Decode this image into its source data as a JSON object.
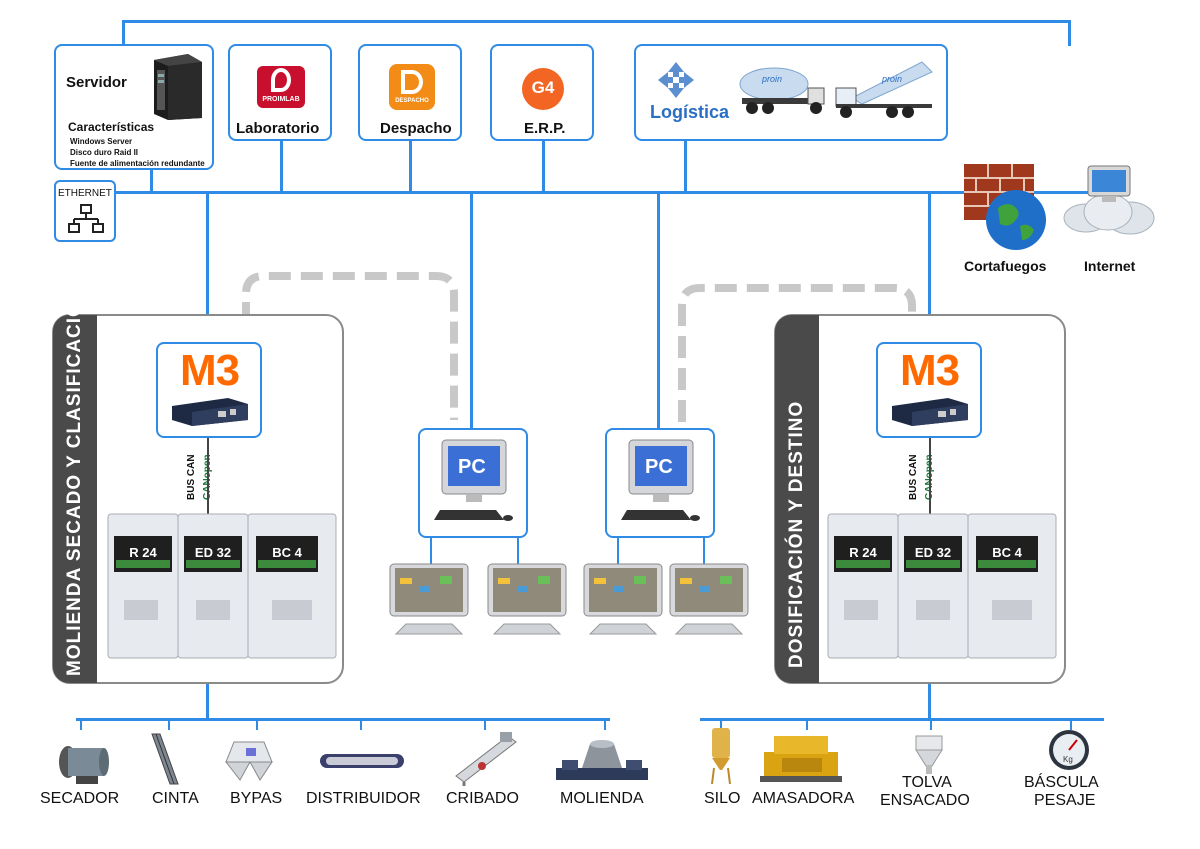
{
  "network": {
    "ethernet_label": "ETHERNET"
  },
  "top": {
    "servidor": {
      "title": "Servidor",
      "features_title": "Características",
      "features": [
        "Windows Server",
        "Disco duro Raid II",
        "Fuente de alimentación redundante"
      ]
    },
    "laboratorio": {
      "label": "Laboratorio",
      "logo_text": "PROIMLAB"
    },
    "despacho": {
      "label": "Despacho",
      "logo_text": "DESPACHO"
    },
    "erp": {
      "label": "E.R.P.",
      "logo_text": "G4"
    },
    "logistica": {
      "label": "Logística",
      "truck_text": "proin"
    }
  },
  "right": {
    "cortafuegos": "Cortafuegos",
    "internet": "Internet"
  },
  "left_panel": {
    "title": "MOLIENDA SECADO Y CLASIFICACIÓN",
    "controller": "M3",
    "bus_can": "BUS CAN",
    "canopen": "CANopen",
    "cards": [
      "R 24",
      "ED 32",
      "BC 4"
    ]
  },
  "right_panel": {
    "title": "DOSIFICACIÓN Y DESTINO",
    "controller": "M3",
    "bus_can": "BUS CAN",
    "canopen": "CANopen",
    "cards": [
      "R 24",
      "ED 32",
      "BC 4"
    ]
  },
  "pcs": [
    {
      "label": "PC"
    },
    {
      "label": "PC"
    }
  ],
  "devices_left": [
    "SECADOR",
    "CINTA",
    "BYPAS",
    "DISTRIBUIDOR",
    "CRIBADO",
    "MOLIENDA"
  ],
  "devices_right": [
    {
      "line1": "SILO",
      "line2": ""
    },
    {
      "line1": "AMASADORA",
      "line2": ""
    },
    {
      "line1": "TOLVA",
      "line2": "ENSACADO"
    },
    {
      "line1": "BÁSCULA",
      "line2": "PESAJE"
    }
  ],
  "scale_unit": "Kg",
  "colors": {
    "line": "#2f8be6",
    "m3": "#ff6a00",
    "panel_band": "#4a4a4a",
    "pc_badge": "#3b6fd6"
  }
}
